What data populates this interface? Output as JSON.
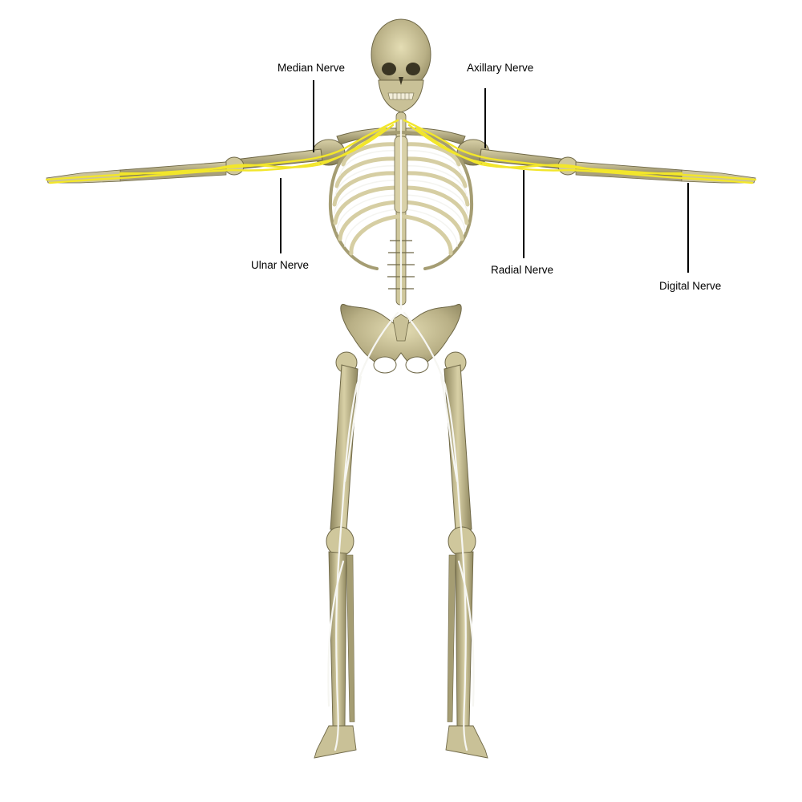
{
  "labels": {
    "median": "Median Nerve",
    "axillary": "Axillary Nerve",
    "ulnar": "Ulnar Nerve",
    "radial": "Radial Nerve",
    "digital": "Digital Nerve"
  },
  "colors": {
    "background": "#ffffff",
    "bone": "#bdb58c",
    "bone_dark": "#8d855f",
    "nerve_highlight": "#f2e62b",
    "nerve_other": "#f2f2f2",
    "leader": "#000000"
  }
}
